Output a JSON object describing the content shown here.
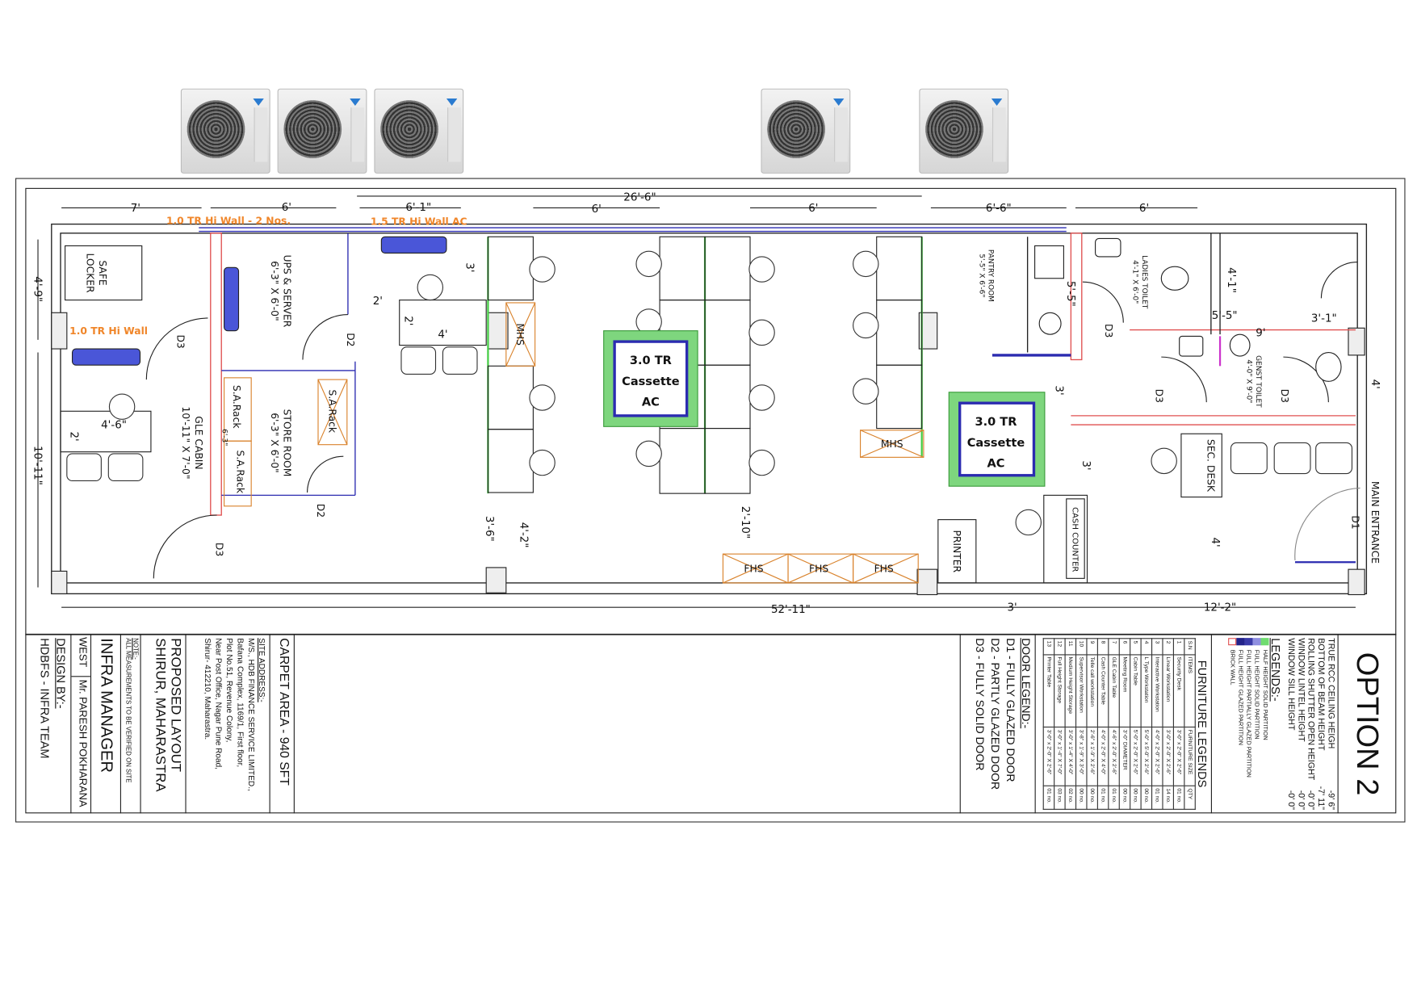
{
  "title_block": {
    "option": "OPTION 2",
    "heights": [
      {
        "label": "TRUE RCC CEILING HEIGH",
        "value": "-9' 6\""
      },
      {
        "label": "BOTTOM OF BEAM HEIGHT",
        "value": "-7' 11\""
      },
      {
        "label": "ROLLING SHUTTER OPEN HEIGHT",
        "value": "-0' 0\""
      },
      {
        "label": "WINDOW LINTEL HEIGHT",
        "value": "-0' 0\""
      },
      {
        "label": "WINDOW SILL HEIGHT",
        "value": "-0' 0\""
      }
    ],
    "legends_title": "LEGENDS:-",
    "legends": [
      {
        "label": "HALF HEIGHT SOLID PARTITION",
        "color": "#6fdc6f"
      },
      {
        "label": "FULL HEIGHT SOLID PARTITION",
        "color": "#8f8fe0"
      },
      {
        "label": "FULL HEIGHT PARTIALLY GLAZED PARTITION",
        "color": "#3a3aa8"
      },
      {
        "label": "FULL HEIGHT GLAZED PARTITION",
        "color": "#23238a"
      },
      {
        "label": "BRICK WALL",
        "color": "#e05050"
      }
    ],
    "furniture_title": "FURNITURE LEGENDS",
    "furniture_headers": [
      "S.N",
      "ITEMS",
      "FURNITURE SIZE",
      "QTY"
    ],
    "furniture": [
      [
        "1",
        "Security Desk",
        "3'-0\" x 2'-0\" X 2'-6\"",
        "01 no."
      ],
      [
        "2",
        "Linear Workstation",
        "3'-0\" x 2'-0\" X 2'-6\"",
        "14 no."
      ],
      [
        "3",
        "Interactive Workstation",
        "4'-0\" x 2'-0\" X 2'-6\"",
        "01 no."
      ],
      [
        "4",
        "L Type Workstation",
        "5'-0\" x 5'-0\" X 2'-6\"",
        "00 no."
      ],
      [
        "5",
        "Cabin Table",
        "5'-0\" x 2'-0\" X 2'-6\"",
        "00 no."
      ],
      [
        "6",
        "Meeting Room",
        "3'-0\" DIAMETER",
        "00 no."
      ],
      [
        "7",
        "GLE Cabin Table",
        "4'-6\" x 2'-0\" X 2'-6\"",
        "01 no."
      ],
      [
        "8",
        "Cash Counter Table",
        "4'-0\" x 2'-0\" X 4'-0\"",
        "01 no."
      ],
      [
        "9",
        "Telle call workstation",
        "2'-6\" x 1'-9\" X 2'-6\"",
        "00 no."
      ],
      [
        "10",
        "Supervisor Workstation",
        "3'-8\" x 1'-9\" X 3'-0\"",
        "00 no."
      ],
      [
        "11",
        "Medium Height Storage",
        "3'-0\" x 1'-4\" X 4'-0\"",
        "02 no."
      ],
      [
        "12",
        "Full Height Storage",
        "3'-0\" x 1'-4\" X 7'-0\"",
        "03 no."
      ],
      [
        "13",
        "Printer Table",
        "3'-0\" x 2'-0\" X 2'-6\"",
        "01 no."
      ]
    ],
    "door_legend_title": "DOOR LEGEND:-",
    "doors": [
      "D1 - FULLY GLAZED DOOR",
      "D2 - PARTLY GLAZED DOOR",
      "D3 - FULLY SOLID DOOR"
    ],
    "carpet_area": "CARPET AREA - 940 SFT",
    "site_address_title": "SITE ADDRESS:-",
    "site_address": [
      "M/S., HDB FINANCE SERVICE LIMITED.,",
      "Bafana Complex, 1169/1, First floor,",
      "Plot No.51, Revenue Colony,",
      "Near Post Office, Nagar Pune Road,",
      "Shirur- 412210, Maharastra."
    ],
    "project": [
      "PROPOSED LAYOUT",
      "SHIRUR, MAHARASTRA"
    ],
    "note_title": "NOTE:-",
    "note": "ALL MEASUREMENTS TO BE VERIFIED ON SITE",
    "manager_title": "INFRA MANAGER",
    "region": "WEST",
    "manager_name": "Mr. PARESH POKHARANA",
    "design_title": "DESIGN BY:-",
    "designer": "HDBFS - INFRA TEAM"
  },
  "plan": {
    "ac_notes": {
      "hiwall_2": "1.0 TR Hi Wall - 2 Nos.",
      "hiwall_15": "1.5 TR Hi Wall AC",
      "hiwall_1": "1.0 TR Hi Wall",
      "cassette": [
        "3.0 TR",
        "Cassette",
        "AC"
      ]
    },
    "rooms": {
      "safe": [
        "SAFE",
        "LOCKER"
      ],
      "ups": [
        "UPS & SERVER",
        "6'-3\" X 6'-0\""
      ],
      "store": [
        "STORE ROOM",
        "6'-3\" X 6'-0\""
      ],
      "gle": [
        "GLE CABIN",
        "10'-11\" X 7'-0\""
      ],
      "pantry": [
        "PANTRY ROOM",
        "5'-5\" X 6'-6\""
      ],
      "ladies": [
        "LADIES TOILET",
        "4'-1\" X 6'-0\""
      ],
      "genst": [
        "GENST TOILET",
        "4'-0\" X 9'-0\""
      ],
      "sec_desk": "SEC. DESK",
      "cash": "CASH COUNTER",
      "printer": "PRINTER",
      "main_entrance": "MAIN ENTRANCE",
      "rack": "S.A.Rack",
      "rack_dim": "6'-3\"",
      "mhs": "MHS",
      "fhs": "FHS"
    },
    "doors": {
      "d1": "D1",
      "d2": "D2",
      "d3": "D3"
    },
    "dims": {
      "top": [
        "7'",
        "6'",
        "6'-1\"",
        "26'-6\"",
        "6'",
        "6'",
        "6'-6\"",
        "6'"
      ],
      "left": [
        "4'-9\"",
        "10'-11\""
      ],
      "bottom": [
        "52'-11\"",
        "3'",
        "12'-2\""
      ],
      "inner": {
        "a3": "3'",
        "a2": "2'",
        "b2": "2'",
        "b4": "4'",
        "c46": "4'-6\"",
        "c2": "2'",
        "e36": "3'-6\"",
        "e42": "4'-2\"",
        "f210": "2'-10\"",
        "p55": "5'-5\"",
        "t41": "4'-1\"",
        "t55": "5'-5\"",
        "t31": "3'-1\"",
        "t9": "9'",
        "r4": "4'",
        "m3": "3'",
        "m3b": "3'",
        "s4": "4'"
      }
    }
  }
}
